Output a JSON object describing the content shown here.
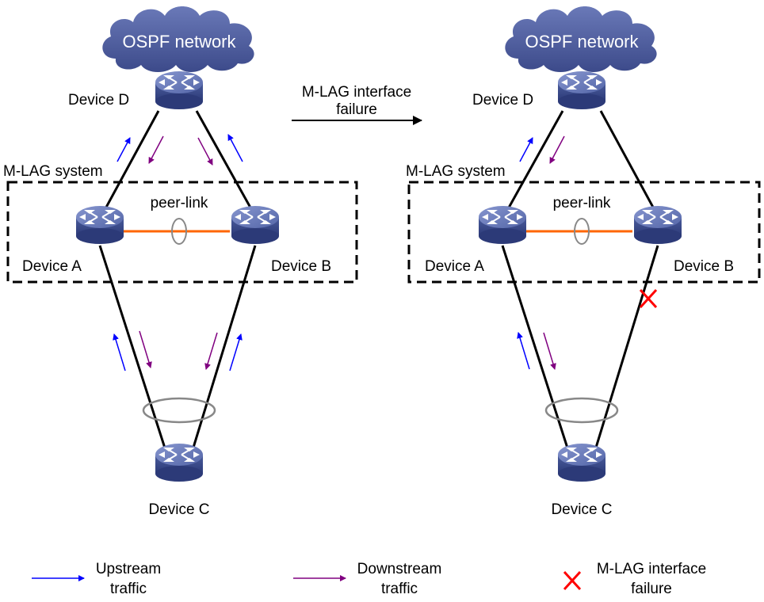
{
  "left_scenario": {
    "cloud_label": "OSPF network",
    "system_label": "M-LAG system",
    "peer_link_label": "peer-link",
    "devices": {
      "d": "Device D",
      "a": "Device A",
      "b": "Device B",
      "c": "Device C"
    }
  },
  "transition": {
    "label_line1": "M-LAG interface",
    "label_line2": "failure"
  },
  "right_scenario": {
    "cloud_label": "OSPF network",
    "system_label": "M-LAG system",
    "peer_link_label": "peer-link",
    "devices": {
      "d": "Device D",
      "a": "Device A",
      "b": "Device B",
      "c": "Device C"
    }
  },
  "legend": {
    "upstream_line1": "Upstream",
    "upstream_line2": "traffic",
    "downstream_line1": "Downstream",
    "downstream_line2": "traffic",
    "failure_line1": "M-LAG interface",
    "failure_line2": "failure"
  },
  "colors": {
    "upstream": "#0000ff",
    "downstream": "#800080",
    "failure": "#ff0000",
    "peer_link": "#ff6600",
    "cloud": "#4a5a9e",
    "device": "#5b6eae"
  },
  "icons": {
    "cloud": "cloud-icon",
    "device": "switch-icon",
    "failure": "red-x-icon"
  }
}
